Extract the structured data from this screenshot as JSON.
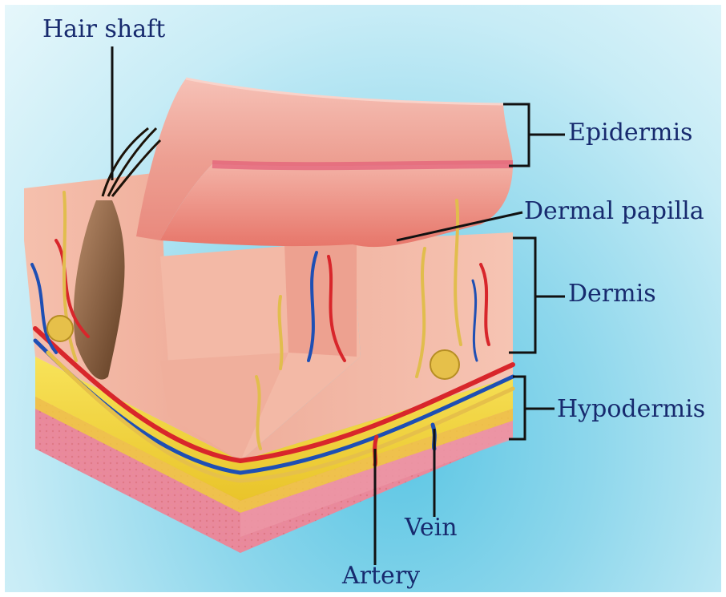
{
  "labels": {
    "hair_shaft": "Hair shaft",
    "epidermis": "Epidermis",
    "dermal_papilla": "Dermal papilla",
    "dermis": "Dermis",
    "hypodermis": "Hypodermis",
    "vein": "Vein",
    "artery": "Artery"
  },
  "colors": {
    "label_text": "#172a6e",
    "leader_line": "#111111",
    "background_blue": "#8ed7ec",
    "epidermis_pink": "#eda79b",
    "dermis_pink": "#f2b4a3",
    "hypodermis_yellow": "#f4d83a",
    "artery_red": "#d8262b",
    "vein_blue": "#1e4fb4",
    "nerve_gold": "#e1bd4d"
  }
}
